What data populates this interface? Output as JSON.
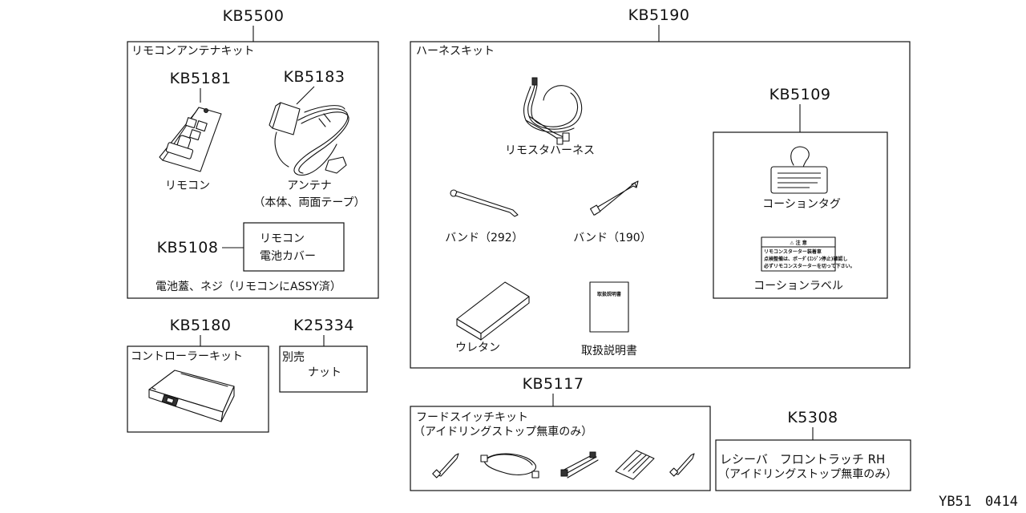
{
  "groups": {
    "remote_kit": {
      "part_no": "KB5500",
      "title": "リモコンアンテナキット",
      "note": "電池蓋、ネジ（リモコンにASSY済）"
    },
    "harness_kit": {
      "part_no": "KB5190",
      "title": "ハーネスキット"
    },
    "controller_kit": {
      "part_no": "KB5180",
      "title": "コントローラーキット"
    },
    "nut": {
      "part_no": "K25334",
      "line1": "別売",
      "line2": "ナット"
    },
    "hood_switch_kit": {
      "part_no": "KB5117",
      "title": "フードスイッチキット",
      "subtitle": "（アイドリングストップ無車のみ）"
    },
    "receiver": {
      "part_no": "K5308",
      "line1": "レシーバ　フロントラッチ RH",
      "line2": "（アイドリングストップ無車のみ）"
    },
    "caution_kit": {
      "part_no": "KB5109"
    }
  },
  "parts": {
    "remote": {
      "part_no": "KB5181",
      "label": "リモコン"
    },
    "antenna": {
      "part_no": "KB5183",
      "label": "アンテナ",
      "sublabel": "（本体、両面テープ）"
    },
    "battery_cover": {
      "part_no": "KB5108",
      "line1": "リモコン",
      "line2": "電池カバー"
    },
    "starter_harness": {
      "label": "リモスタハーネス"
    },
    "band_292": {
      "label": "バンド（292）"
    },
    "band_190": {
      "label": "バンド（190）"
    },
    "urethane": {
      "label": "ウレタン"
    },
    "manual": {
      "label": "取扱説明書",
      "cover_text": "取扱説明書"
    },
    "caution_tag": {
      "label": "コーションタグ"
    },
    "caution_label": {
      "label": "コーションラベル",
      "header": "⚠ 注 意",
      "line1": "リモコンスターター装着車",
      "line2": "点検整備は、ボ－ﾀﾞ(ｴﾝｼﾞﾝ停止)確認し",
      "line3": "必ずリモコンスターターを切って下さい。"
    }
  },
  "footer": {
    "code": "YB51　0414"
  }
}
